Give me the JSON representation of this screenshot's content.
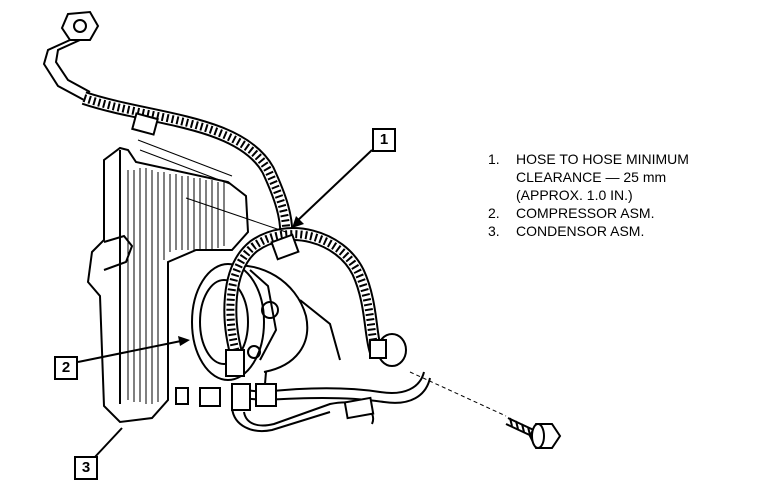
{
  "callouts": {
    "hose": "1",
    "compressor": "2",
    "condensor": "3"
  },
  "legend": [
    {
      "num": "1.",
      "lines": [
        "HOSE TO HOSE MINIMUM",
        "CLEARANCE — 25 mm",
        "(APPROX. 1.0 IN.)"
      ]
    },
    {
      "num": "2.",
      "lines": [
        "COMPRESSOR ASM."
      ]
    },
    {
      "num": "3.",
      "lines": [
        "CONDENSOR ASM."
      ]
    }
  ],
  "style": {
    "ink": "#000000",
    "paper": "#ffffff"
  }
}
